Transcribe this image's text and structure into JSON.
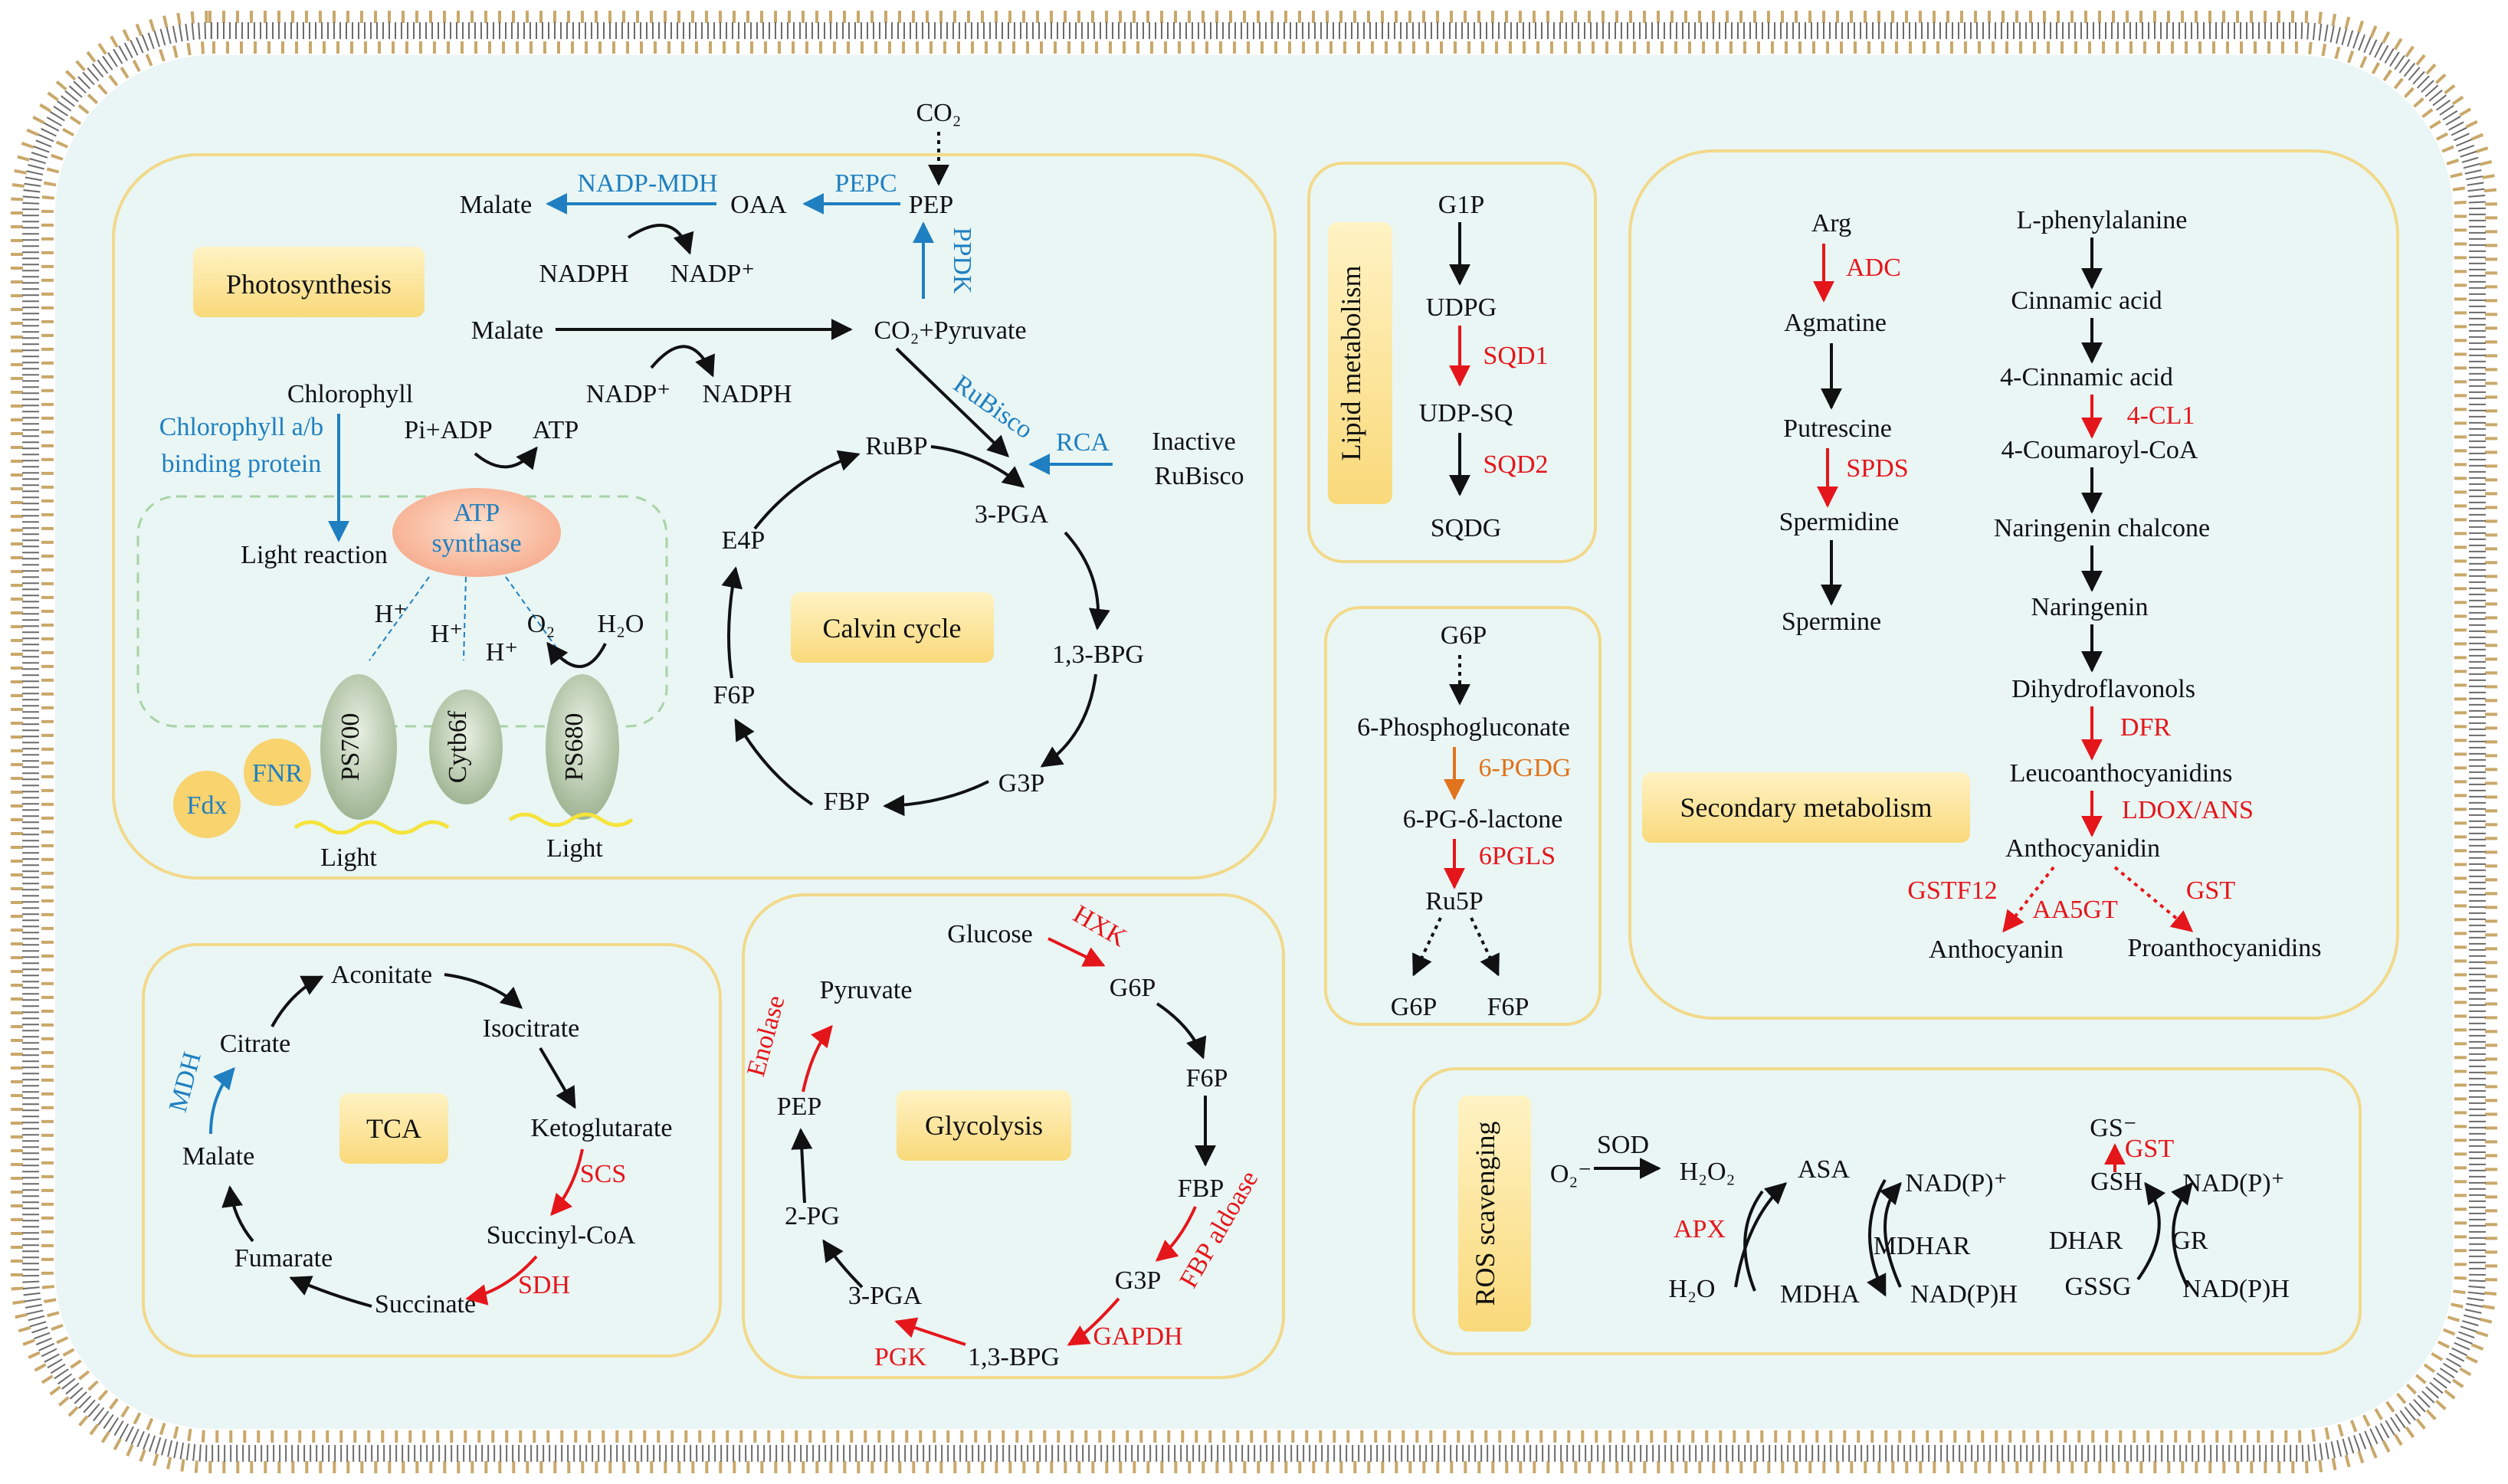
{
  "photosynthesis": {
    "title": "Photosynthesis",
    "co2_top": "CO₂",
    "malate_1": "Malate",
    "nadp_mdh": "NADP-MDH",
    "oaa": "OAA",
    "pepc": "PEPC",
    "pep": "PEP",
    "nadph_1": "NADPH",
    "nadp_1": "NADP⁺",
    "ppdk": "PPDK",
    "malate_2": "Malate",
    "co2_pyruvate": "CO₂+Pyruvate",
    "nadp_2": "NADP⁺",
    "nadph_2": "NADPH",
    "chlorophyll": "Chlorophyll",
    "chl_binding_1": "Chlorophyll a/b",
    "chl_binding_2": "binding protein",
    "pi_adp": "Pi+ADP",
    "atp": "ATP",
    "atp_synthase_1": "ATP",
    "atp_synthase_2": "synthase",
    "light_reaction": "Light reaction",
    "h1": "H⁺",
    "h2": "H⁺",
    "h3": "H⁺",
    "o2": "O₂",
    "h2o": "H₂O",
    "ps700": "PS700",
    "cytb6f": "Cytb6f",
    "ps680": "PS680",
    "fnr": "FNR",
    "fdx": "Fdx",
    "light_1": "Light",
    "light_2": "Light",
    "rubisco": "RuBisco",
    "rca": "RCA",
    "inactive_1": "Inactive",
    "inactive_2": "RuBisco",
    "rubp": "RuBP",
    "pga3": "3-PGA",
    "bpg13": "1,3-BPG",
    "g3p": "G3P",
    "fbp": "FBP",
    "f6p": "F6P",
    "e4p": "E4P",
    "calvin": "Calvin cycle"
  },
  "lipid": {
    "title": "Lipid metabolism",
    "g1p": "G1P",
    "udpg": "UDPG",
    "sqd1": "SQD1",
    "udpsq": "UDP-SQ",
    "sqd2": "SQD2",
    "sqdg": "SQDG"
  },
  "ppp": {
    "g6p": "G6P",
    "pglu": "6-Phosphogluconate",
    "pgdg": "6-PGDG",
    "lactone": "6-PG-δ-lactone",
    "pgls": "6PGLS",
    "ru5p": "Ru5P",
    "g6p_out": "G6P",
    "f6p_out": "F6P"
  },
  "secondary": {
    "title": "Secondary metabolism",
    "arg": "Arg",
    "adc": "ADC",
    "agmatine": "Agmatine",
    "putrescine": "Putrescine",
    "spds": "SPDS",
    "spermidine": "Spermidine",
    "spermine": "Spermine",
    "lphe": "L-phenylalanine",
    "cinnamic": "Cinnamic acid",
    "c4cinnamic": "4-Cinnamic acid",
    "cl1": "4-CL1",
    "coumaroyl": "4-Coumaroyl-CoA",
    "chalcone": "Naringenin chalcone",
    "naringenin": "Naringenin",
    "dihydro": "Dihydroflavonols",
    "dfr": "DFR",
    "leuco": "Leucoanthocyanidins",
    "ldox": "LDOX/ANS",
    "anthocyanidin": "Anthocyanidin",
    "gstf12": "GSTF12",
    "aa5gt": "AA5GT",
    "gst": "GST",
    "anthocyanin": "Anthocyanin",
    "proantho": "Proanthocyanidins"
  },
  "tca": {
    "title": "TCA",
    "aconitate": "Aconitate",
    "isocitrate": "Isocitrate",
    "keto": "Ketoglutarate",
    "scs": "SCS",
    "succoa": "Succinyl-CoA",
    "sdh": "SDH",
    "succinate": "Succinate",
    "fumarate": "Fumarate",
    "malate": "Malate",
    "mdh": "MDH",
    "citrate": "Citrate"
  },
  "glycolysis": {
    "title": "Glycolysis",
    "glucose": "Glucose",
    "hxk": "HXK",
    "g6p": "G6P",
    "f6p": "F6P",
    "fbp": "FBP",
    "fbp_aldoase": "FBP aldoase",
    "g3p": "G3P",
    "gapdh": "GAPDH",
    "bpg": "1,3-BPG",
    "pgk": "PGK",
    "pga3": "3-PGA",
    "pg2": "2-PG",
    "pep": "PEP",
    "enolase": "Enolase",
    "pyruvate": "Pyruvate"
  },
  "ros": {
    "title": "ROS scavenging",
    "o2": "O₂⁻",
    "sod": "SOD",
    "h2o2": "H₂O₂",
    "apx": "APX",
    "h2o": "H₂O",
    "asa": "ASA",
    "mdha": "MDHA",
    "mdhar": "MDHAR",
    "nadp_1": "NAD(P)⁺",
    "nadph_1": "NAD(P)H",
    "gs": "GS⁻",
    "gst": "GST",
    "gsh": "GSH",
    "dhar": "DHAR",
    "gssg": "GSSG",
    "gr": "GR",
    "nadp_2": "NAD(P)⁺",
    "nadph_2": "NAD(P)H"
  },
  "colors": {
    "red": "#e5161b",
    "blue": "#1f7fc0",
    "orange": "#e0731c",
    "panel_fill": "#e9f6f4",
    "panel_border": "#f2d98a",
    "membrane": "#c9a86a"
  }
}
